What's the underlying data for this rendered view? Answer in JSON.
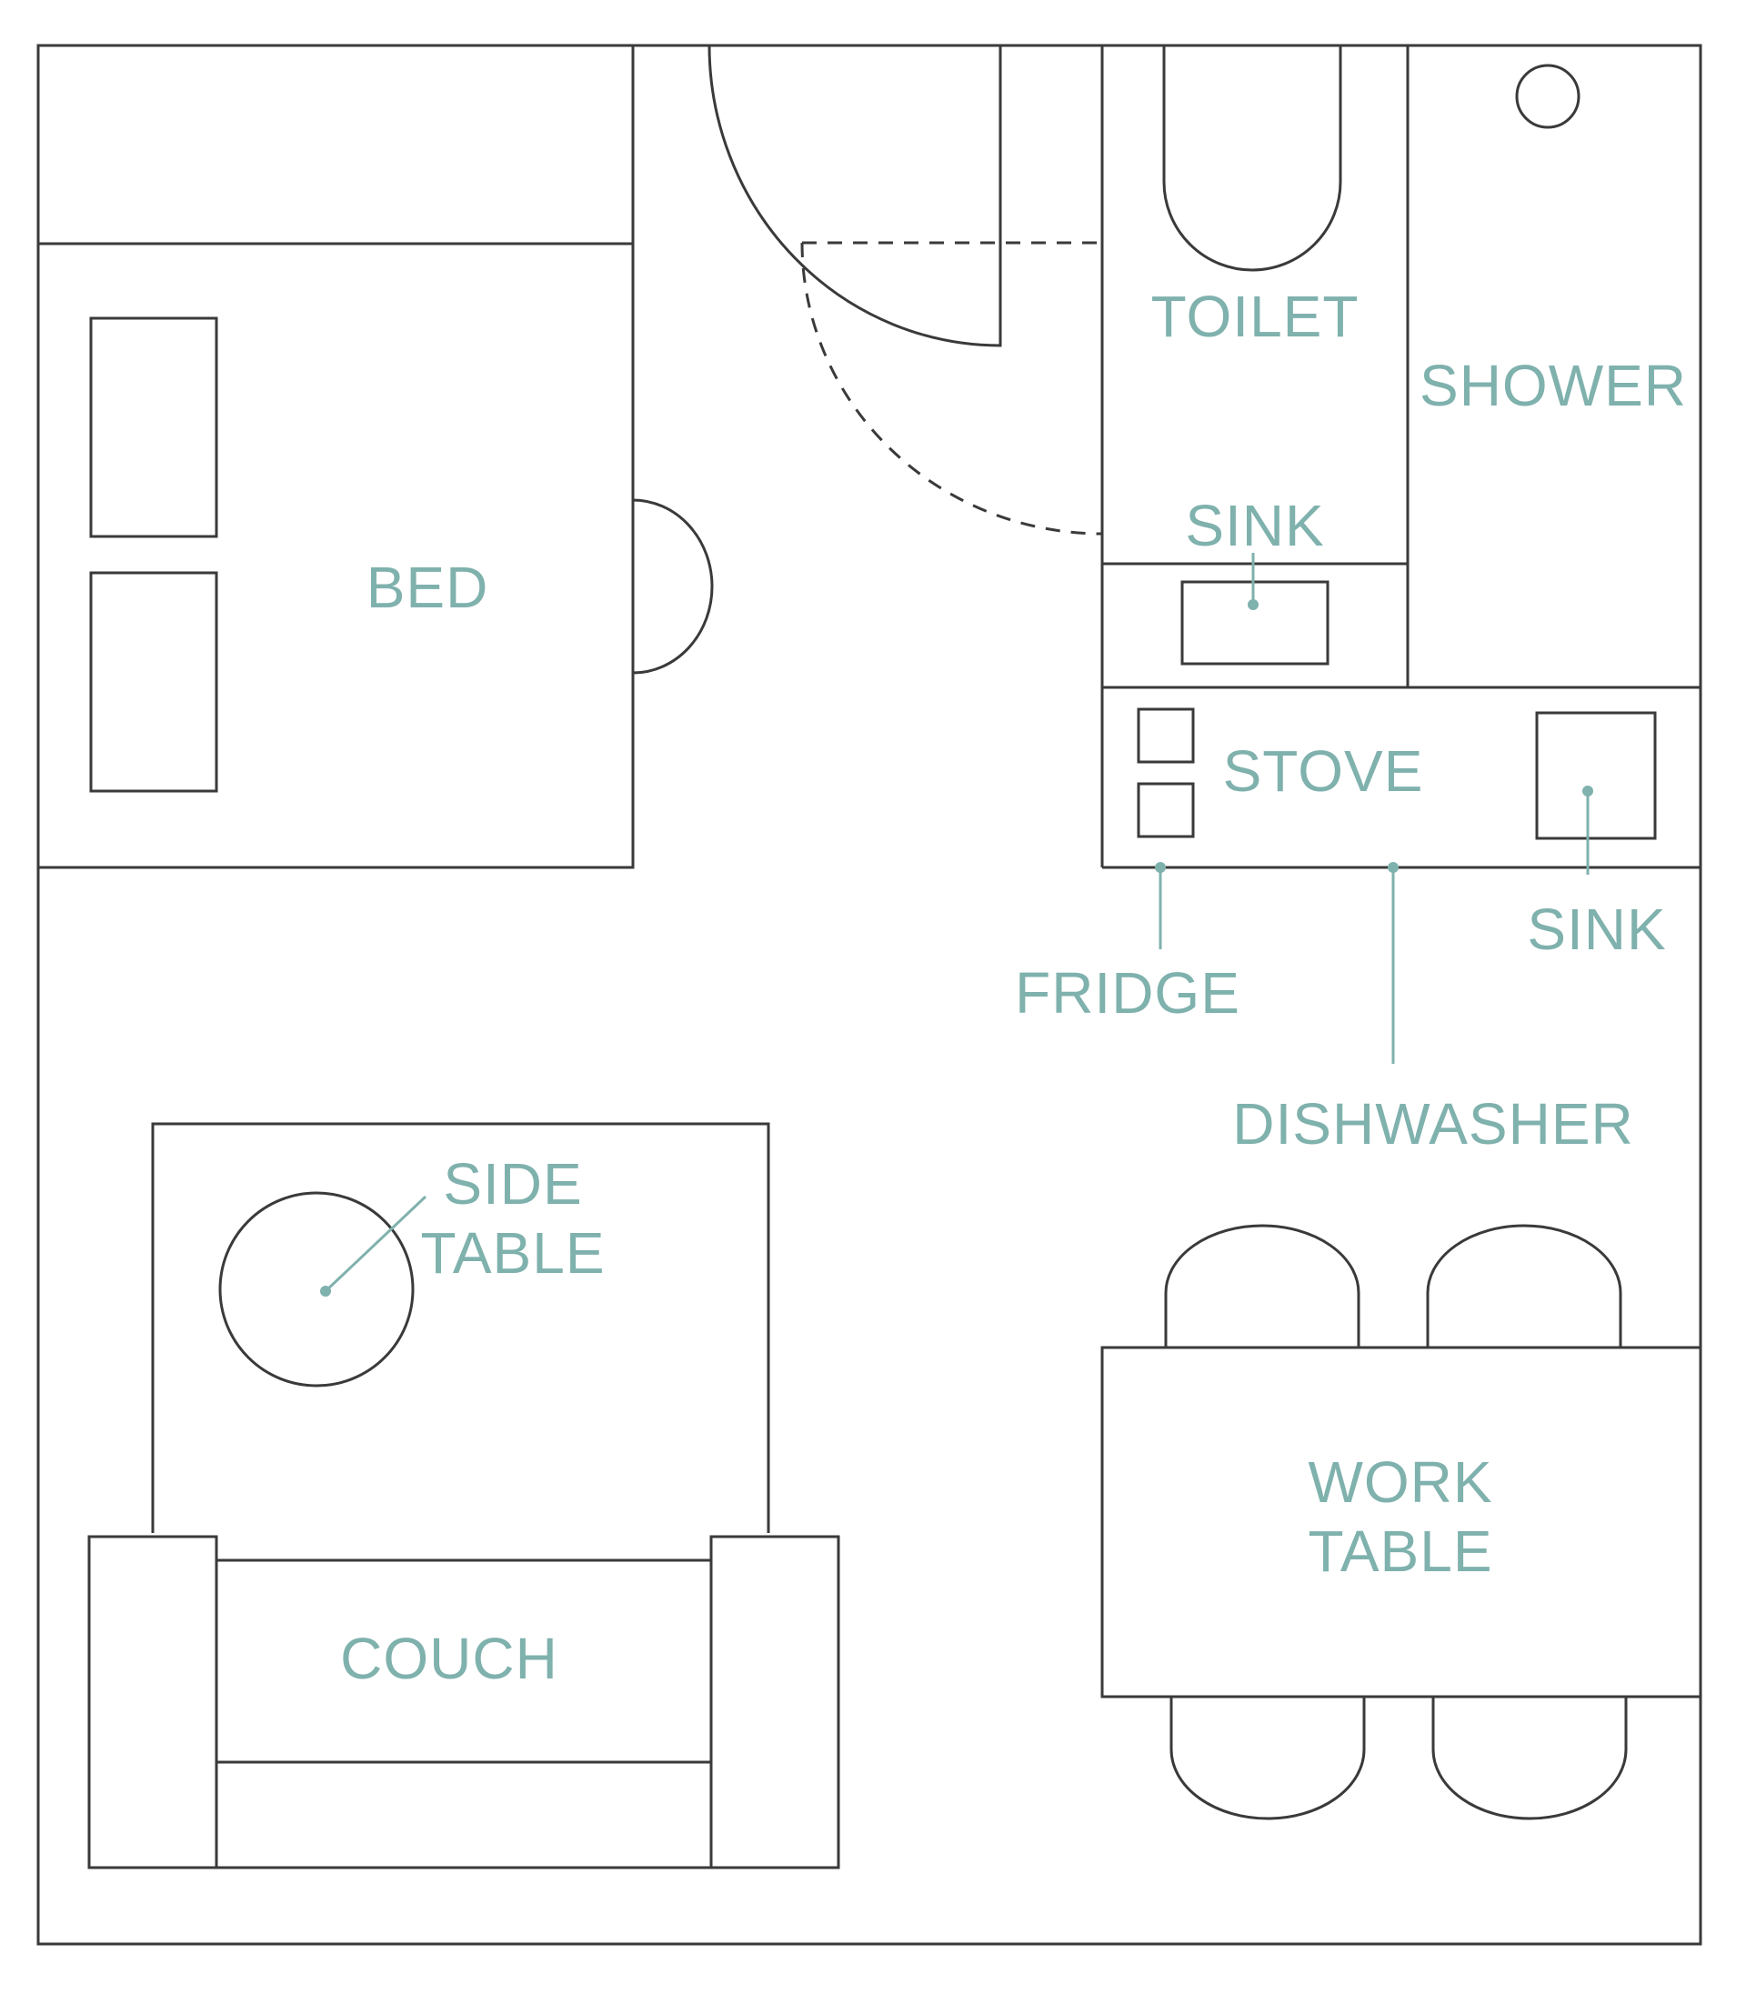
{
  "colors": {
    "line": "#3a3a3a",
    "label": "#7fb1ad",
    "background": "#ffffff"
  },
  "labels": {
    "bed": "BED",
    "toilet": "TOILET",
    "shower": "SHOWER",
    "bathroom_sink": "SINK",
    "stove": "STOVE",
    "kitchen_sink": "SINK",
    "fridge": "FRIDGE",
    "dishwasher": "DISHWASHER",
    "side_table_line1": "SIDE",
    "side_table_line2": "TABLE",
    "work_table_line1": "WORK",
    "work_table_line2": "TABLE",
    "couch": "COUCH"
  }
}
